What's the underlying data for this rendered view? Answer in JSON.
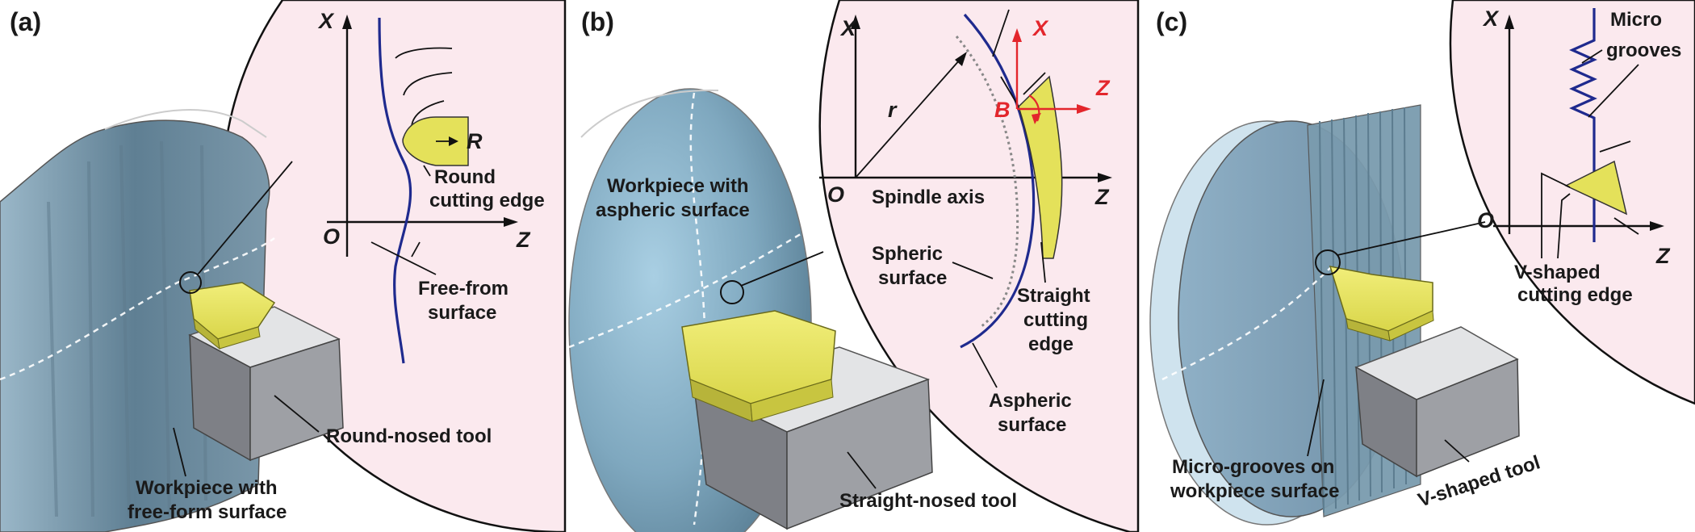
{
  "panels": [
    {
      "id": "a",
      "panel_label": "(a)",
      "axis_x": "X",
      "axis_z": "Z",
      "axis_origin": "O",
      "radius_label": "R",
      "edge_label_line1": "Round",
      "edge_label_line2": "cutting edge",
      "surface_label_line1": "Free-from",
      "surface_label_line2": "surface",
      "tool_label": "Round-nosed tool",
      "workpiece_label_line1": "Workpiece with",
      "workpiece_label_line2": "free-form surface"
    },
    {
      "id": "b",
      "panel_label": "(b)",
      "axis_x": "X",
      "axis_z": "Z",
      "axis_origin": "O",
      "spindle_label": "Spindle axis",
      "radius_label": "r",
      "local_x": "X",
      "local_z": "Z",
      "angle_label": "B",
      "workpiece_label_line1": "Workpiece with",
      "workpiece_label_line2": "aspheric surface",
      "spheric_label_line1": "Spheric",
      "spheric_label_line2": "surface",
      "edge_label_line1": "Straight",
      "edge_label_line2": "cutting",
      "edge_label_line3": "edge",
      "aspheric_label_line1": "Aspheric",
      "aspheric_label_line2": "surface",
      "tool_label": "Straight-nosed tool"
    },
    {
      "id": "c",
      "panel_label": "(c)",
      "axis_x": "X",
      "axis_z": "Z",
      "axis_origin": "O",
      "grooves_label_line1": "Micro",
      "grooves_label_line2": "grooves",
      "edge_label_line1": "V-shaped",
      "edge_label_line2": "cutting edge",
      "workpiece_label_line1": "Micro-grooves on",
      "workpiece_label_line2": "workpiece surface",
      "tool_label": "V-shaped tool"
    }
  ],
  "colors": {
    "zoom_fill": "#fbe9ee",
    "workpiece": "#6f8fa3",
    "tool_insert": "#e4e15a",
    "tool_holder": "#9ea0a5",
    "profile_line": "#1f2a8e",
    "local_axes": "#e3262c"
  }
}
